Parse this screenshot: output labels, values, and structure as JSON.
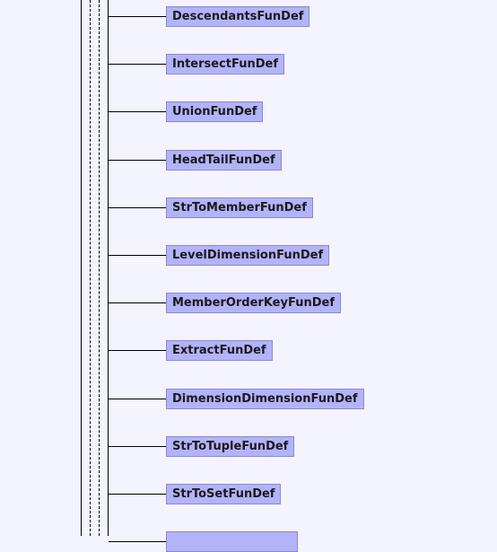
{
  "diagram": {
    "nodes": [
      "DescendantsFunDef",
      "IntersectFunDef",
      "UnionFunDef",
      "HeadTailFunDef",
      "StrToMemberFunDef",
      "LevelDimensionFunDef",
      "MemberOrderKeyFunDef",
      "ExtractFunDef",
      "DimensionDimensionFunDef",
      "StrToTupleFunDef",
      "StrToSetFunDef",
      ""
    ]
  },
  "colors": {
    "background": "#f3f4fe",
    "node_fill": "#b3b3fb",
    "node_border": "#8a8ac8",
    "edge": "#000000"
  }
}
